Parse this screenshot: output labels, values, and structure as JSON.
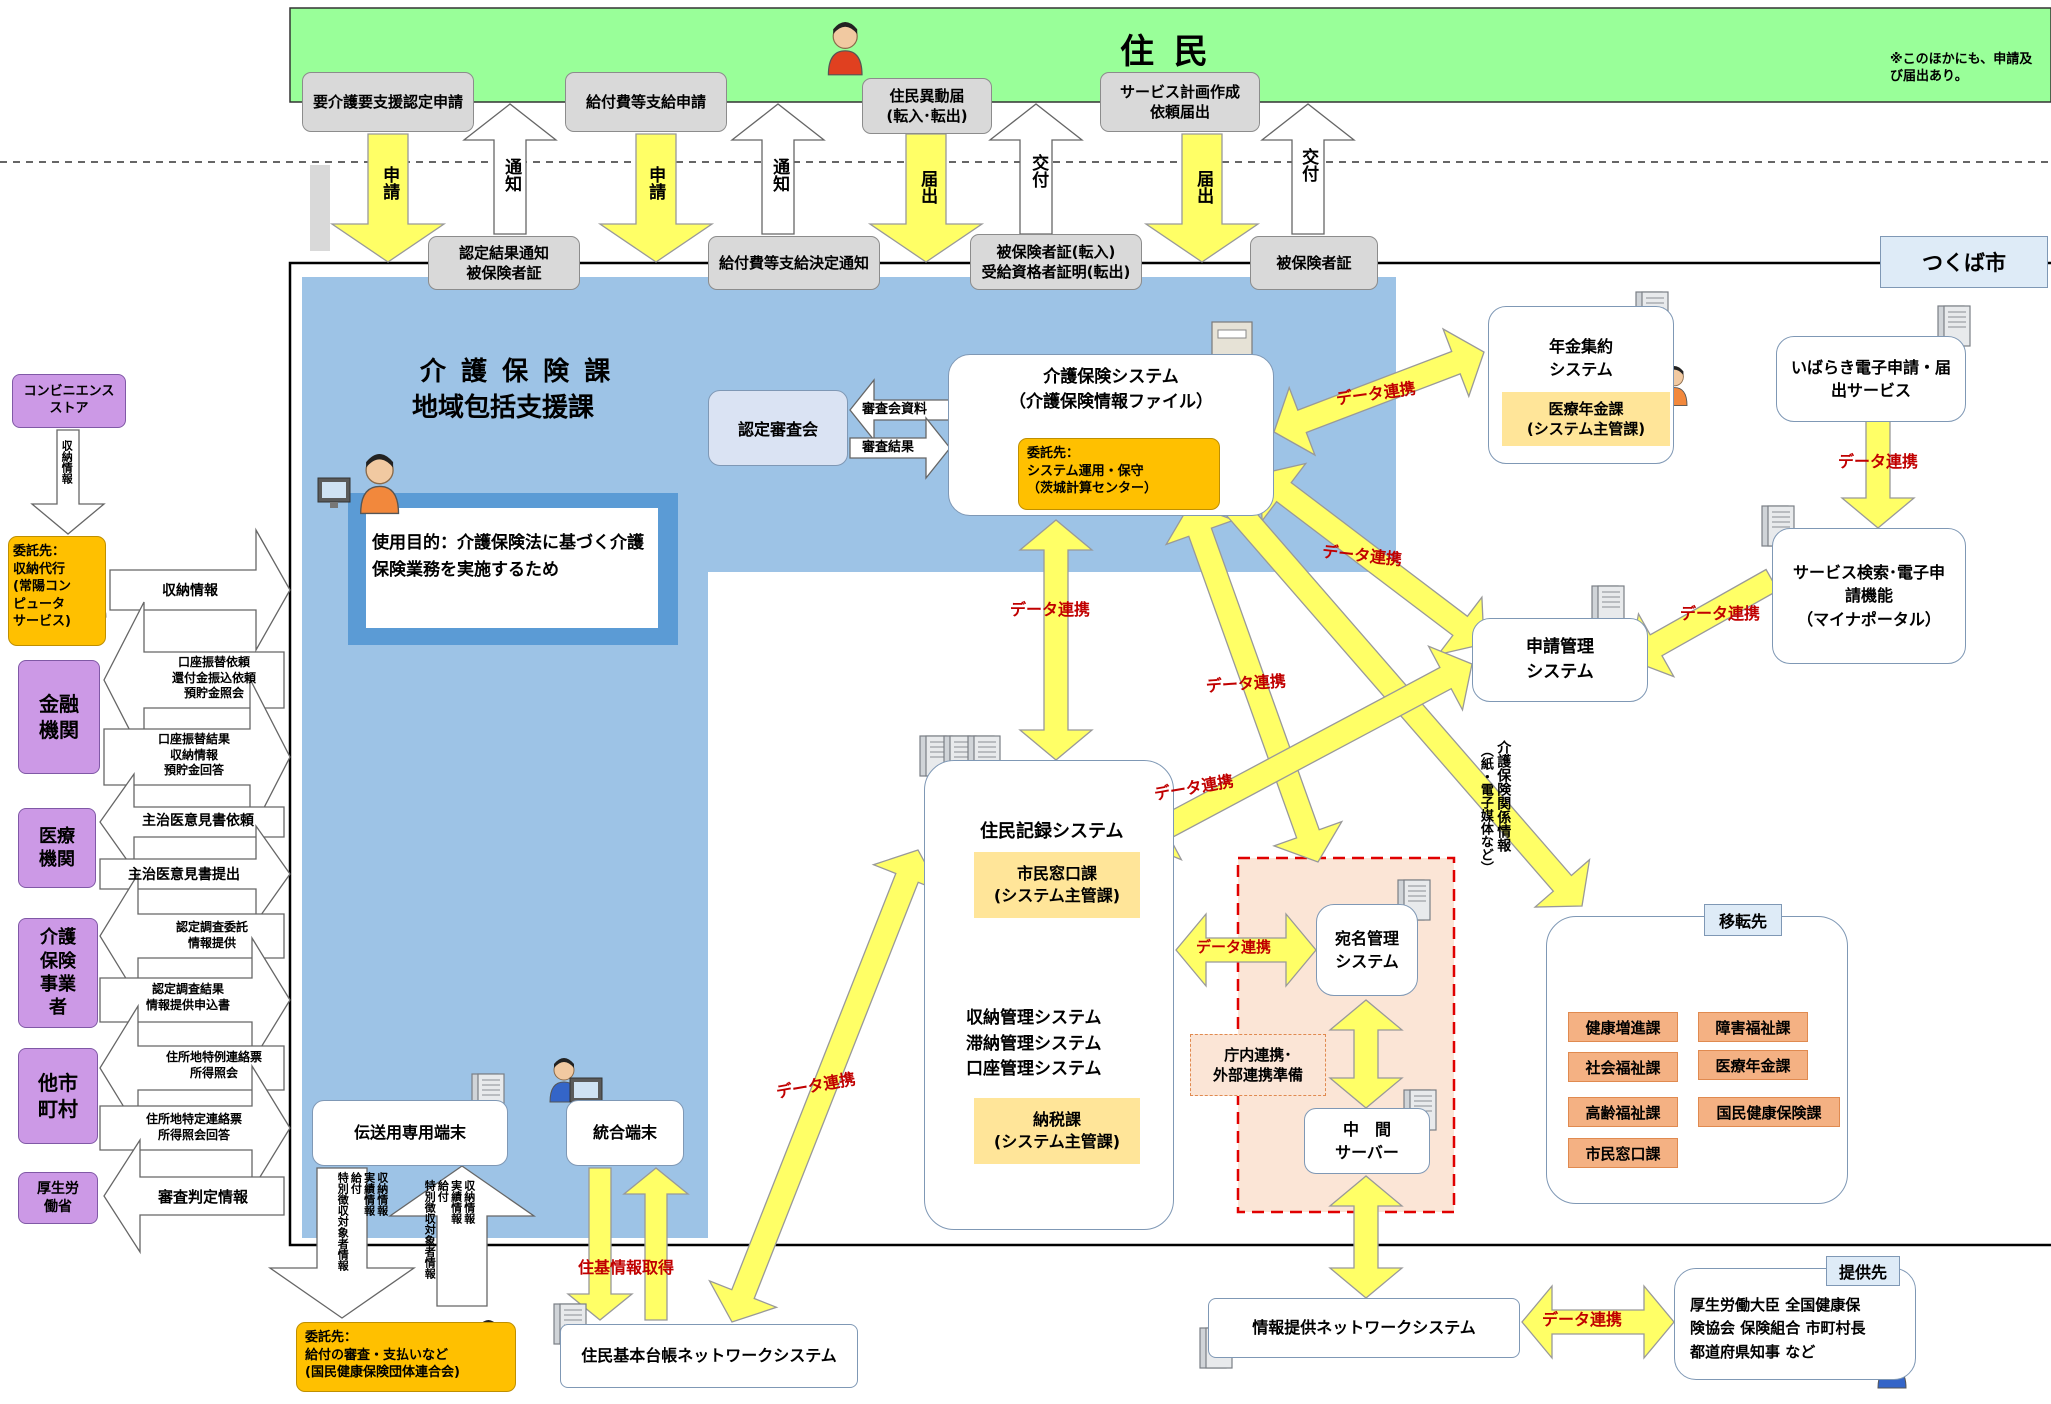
{
  "resident": {
    "title": "住 民",
    "note": "※このほかにも、申請及\nび届出あり。"
  },
  "city": "つくば市",
  "top_boxes": {
    "yokaigo": "要介護要支援認定申請",
    "kyufuhi": "給付費等支給申請",
    "ido": "住民異動届\n(転入･転出)",
    "service": "サービス計画作成\n依頼届出",
    "nintei_notice": "認定結果通知\n被保険者証",
    "kyufu_notice": "給付費等支給決定通知",
    "hihoken_tennyu": "被保険者証(転入)\n受給資格者証明(転出)",
    "hihoken": "被保険者証"
  },
  "arrow_labels": {
    "shinsei": "申請",
    "tsuchi": "通知",
    "todokede": "届出",
    "kofu": "交付"
  },
  "dept": {
    "line1": "介 護 保 険 課",
    "line2": "地域包括支援課",
    "purpose": "使用目的：介護保険法に基づく介護保険業務を実施するため"
  },
  "nintei": {
    "name": "認定審査会",
    "out": "審査会資料",
    "in": "審査結果"
  },
  "kaigo_system": {
    "name": "介護保険システム",
    "file": "（介護保険情報ファイル）",
    "contractor": "委託先：\nシステム運用・保守\n（茨城計算センター）"
  },
  "nenkin": {
    "name": "年金集約\nシステム",
    "dept": "医療年金課\n(システム主管課)"
  },
  "ibaraki": "いばらき電子申請・届\n出サービス",
  "mynaportal": "サービス検索･電子申\n請機能\n（マイナポータル）",
  "shinsei_kanri": "申請管理\nシステム",
  "juki": {
    "name": "住民記録システム",
    "dept": "市民窓口課\n(システム主管課)"
  },
  "shuno": {
    "name": "収納管理システム\n滞納管理システム\n口座管理システム",
    "dept": "納税課\n(システム主管課)"
  },
  "atena": "宛名管理\nシステム",
  "chokyo": "庁内連携･\n外部連携準備",
  "chukan": "中　間\nサーバー",
  "ijisaki": {
    "title": "移転先",
    "depts": [
      "健康増進課",
      "障害福祉課",
      "社会福祉課",
      "医療年金課",
      "高齢福祉課",
      "国民健康保険課",
      "市民窓口課"
    ]
  },
  "teikyo": {
    "title": "提供先",
    "text": "厚生労働大臣 全国健康保\n険協会 保険組合 市町村長\n都道府県知事 など"
  },
  "network": "情報提供ネットワークシステム",
  "juki_net": "住民基本台帳ネットワークシステム",
  "terminals": {
    "denso": "伝送用専用端末",
    "togo": "統合端末"
  },
  "jukijoho": "住基情報取得",
  "data_renkei": "データ連携",
  "kaigo_kanren": "介護保険関係情報",
  "kaigo_kanren_sub": "（紙・電子媒体など）",
  "left": {
    "conv": "コンビニエンス\nストア",
    "shuno_joho_v": "収納情報",
    "itakusaki": "委託先：\n収納代行\n(常陽コン\nピュータ\nサービス)",
    "shuno_joho": "収納情報",
    "kinyu": "金融\n機関",
    "kinyu_out": "口座振替依頼\n還付金振込依頼\n預貯金照会",
    "kinyu_in": "口座振替結果\n収納情報\n預貯金回答",
    "iryo": "医療\n機関",
    "iryo_out": "主治医意見書依頼",
    "iryo_in": "主治医意見書提出",
    "jigyo": "介護\n保険\n事業\n者",
    "jigyo_out": "認定調査委託\n情報提供",
    "jigyo_in": "認定調査結果\n情報提供申込書",
    "tashi": "他市\n町村",
    "tashi_out": "住所地特例連絡票\n所得照会",
    "tashi_in": "住所地特定連絡票\n所得照会回答",
    "kosei": "厚生労\n働省",
    "kosei_in": "審査判定情報"
  },
  "kokuho": {
    "down": "収納情報\n実績情報\n給付\n特別徴収対象者情報",
    "up": "収納情報\n実績情報\n給付\n特別徴収対象者情報",
    "itakusaki": "委託先：\n給付の審査・支払いなど\n(国民健康保険団体連合会)"
  },
  "colors": {
    "resident_band": "#99ff99",
    "dept_area": "#9dc3e6",
    "arrow_yellow": "#ffff66",
    "purple": "#cc99e6",
    "orange": "#ffc000",
    "red_text": "#c00000"
  }
}
